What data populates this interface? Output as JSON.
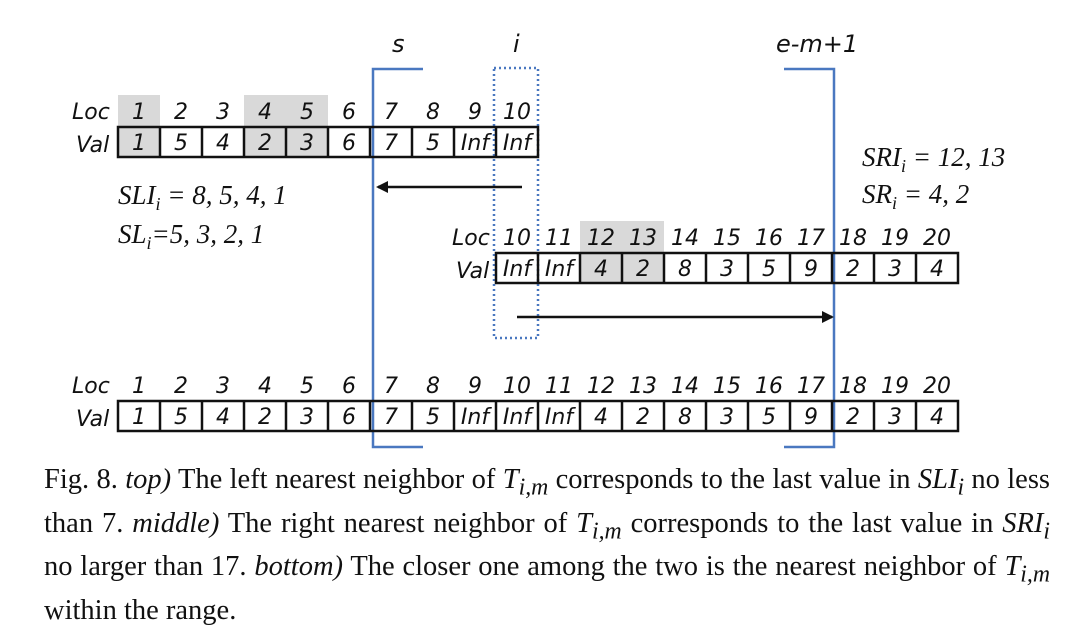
{
  "markers": {
    "s": "s",
    "i": "i",
    "end": "e-m+1"
  },
  "row_labels": {
    "loc": "Loc",
    "val": "Val"
  },
  "top": {
    "locs": [
      "1",
      "2",
      "3",
      "4",
      "5",
      "6",
      "7",
      "8",
      "9",
      "10"
    ],
    "vals": [
      "1",
      "5",
      "4",
      "2",
      "3",
      "6",
      "7",
      "5",
      "Inf",
      "Inf"
    ],
    "highlighted": [
      0,
      3,
      4
    ],
    "red": [
      7
    ]
  },
  "middle": {
    "locs": [
      "10",
      "11",
      "12",
      "13",
      "14",
      "15",
      "16",
      "17",
      "18",
      "19",
      "20"
    ],
    "vals": [
      "Inf",
      "Inf",
      "4",
      "2",
      "8",
      "3",
      "5",
      "9",
      "2",
      "3",
      "4"
    ],
    "highlighted": [
      2,
      3
    ],
    "red": [
      3
    ]
  },
  "bottom": {
    "locs": [
      "1",
      "2",
      "3",
      "4",
      "5",
      "6",
      "7",
      "8",
      "9",
      "10",
      "11",
      "12",
      "13",
      "14",
      "15",
      "16",
      "17",
      "18",
      "19",
      "20"
    ],
    "vals": [
      "1",
      "5",
      "4",
      "2",
      "3",
      "6",
      "7",
      "5",
      "Inf",
      "Inf",
      "Inf",
      "4",
      "2",
      "8",
      "3",
      "5",
      "9",
      "2",
      "3",
      "4"
    ],
    "red": [
      12
    ]
  },
  "annotations": {
    "sli": {
      "base": "SLI",
      "sub": "i",
      "value": " = 8, 5, 4, 1"
    },
    "sl": {
      "base": "SL",
      "sub": "i",
      "value": "=5, 3, 2, 1"
    },
    "sri": {
      "base": "SRI",
      "sub": "i",
      "value": " = 12, 13"
    },
    "sr": {
      "base": "SR",
      "sub": "i",
      "value": " = 4, 2"
    }
  },
  "caption": {
    "fig": "Fig. 8. ",
    "top_label": "top)",
    "p1": " The left nearest neighbor of ",
    "t": "T",
    "tsub": "i,m",
    "p2": " corresponds to the last value in ",
    "sli": "SLI",
    "isub": "i",
    "p3": " no less than 7. ",
    "middle_label": "middle)",
    "p4": " The right nearest neighbor of ",
    "p5": " corresponds to the last value in ",
    "sri": "SRI",
    "p6": " no larger than 17. ",
    "bottom_label": "bottom)",
    "p7": " The closer one among the two is the nearest neighbor of ",
    "p8": " within the range."
  },
  "colors": {
    "red": "#e00000",
    "highlight": "#d9d9d9",
    "blue": "#4a78c0",
    "black": "#111111"
  }
}
